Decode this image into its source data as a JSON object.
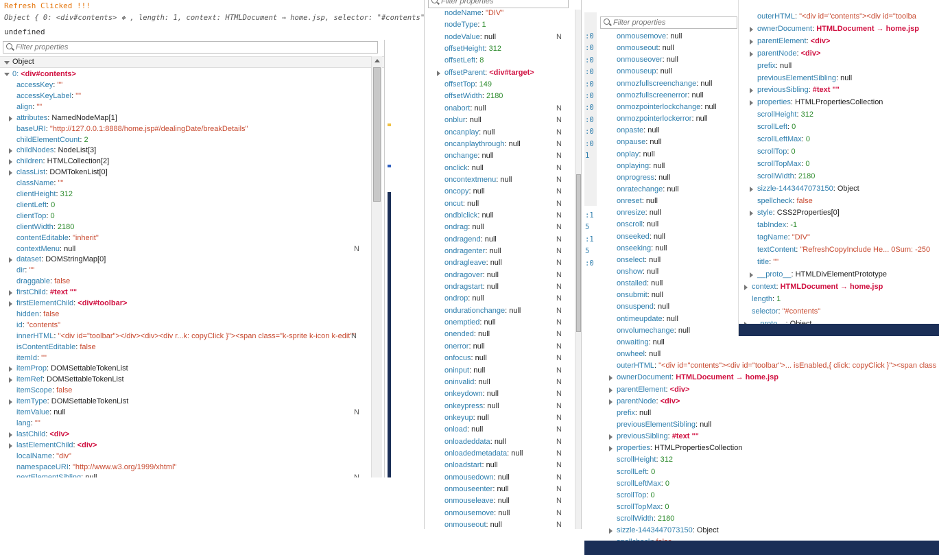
{
  "console": {
    "line1": "Refresh Clicked  !!!",
    "line2": "Object { 0: <div#contents> ❖ , length: 1, context: HTMLDocument → home.jsp, selector: \"#contents\" }",
    "line3": "undefined"
  },
  "filter_placeholder": "Filter properties",
  "object_header": "Object",
  "root_key": "0: ",
  "root_val": "<div#contents>",
  "n_flag": "N",
  "p1": [
    {
      "k": "accessKey",
      "v": "\"\"",
      "t": "s"
    },
    {
      "k": "accessKeyLabel",
      "v": "\"\"",
      "t": "s"
    },
    {
      "k": "align",
      "v": "\"\"",
      "t": "s"
    },
    {
      "k": "attributes",
      "v": "NamedNodeMap[1]",
      "t": "v",
      "x": 1
    },
    {
      "k": "baseURI",
      "v": "\"http://127.0.0.1:8888/home.jsp#/dealingDate/breakDetails\"",
      "t": "s"
    },
    {
      "k": "childElementCount",
      "v": "2",
      "t": "n"
    },
    {
      "k": "childNodes",
      "v": "NodeList[3]",
      "t": "v",
      "x": 1
    },
    {
      "k": "children",
      "v": "HTMLCollection[2]",
      "t": "v",
      "x": 1
    },
    {
      "k": "classList",
      "v": "DOMTokenList[0]",
      "t": "v",
      "x": 1
    },
    {
      "k": "className",
      "v": "\"\"",
      "t": "s"
    },
    {
      "k": "clientHeight",
      "v": "312",
      "t": "n"
    },
    {
      "k": "clientLeft",
      "v": "0",
      "t": "n"
    },
    {
      "k": "clientTop",
      "v": "0",
      "t": "n"
    },
    {
      "k": "clientWidth",
      "v": "2180",
      "t": "n"
    },
    {
      "k": "contentEditable",
      "v": "\"inherit\"",
      "t": "s"
    },
    {
      "k": "contextMenu",
      "v": "null",
      "t": "v",
      "nf": 1
    },
    {
      "k": "dataset",
      "v": "DOMStringMap[0]",
      "t": "v",
      "x": 1
    },
    {
      "k": "dir",
      "v": "\"\"",
      "t": "s"
    },
    {
      "k": "draggable",
      "v": "false",
      "t": "s"
    },
    {
      "k": "firstChild",
      "v": "#text \"\"",
      "t": "e",
      "x": 1
    },
    {
      "k": "firstElementChild",
      "v": "<div#toolbar>",
      "t": "e",
      "x": 1
    },
    {
      "k": "hidden",
      "v": "false",
      "t": "s"
    },
    {
      "k": "id",
      "v": "\"contents\"",
      "t": "s"
    },
    {
      "k": "innerHTML",
      "v": "\"<div id=\"toolbar\"></div><div><div r...k: copyClick }\"><span class=\"k-sprite k-icon k-edit\"\"",
      "t": "s",
      "nf2": 1
    },
    {
      "k": "isContentEditable",
      "v": "false",
      "t": "s"
    },
    {
      "k": "itemId",
      "v": "\"\"",
      "t": "s"
    },
    {
      "k": "itemProp",
      "v": "DOMSettableTokenList",
      "t": "v",
      "x": 1
    },
    {
      "k": "itemRef",
      "v": "DOMSettableTokenList",
      "t": "v",
      "x": 1
    },
    {
      "k": "itemScope",
      "v": "false",
      "t": "s"
    },
    {
      "k": "itemType",
      "v": "DOMSettableTokenList",
      "t": "v",
      "x": 1
    },
    {
      "k": "itemValue",
      "v": "null",
      "t": "v",
      "nf": 1
    },
    {
      "k": "lang",
      "v": "\"\"",
      "t": "s"
    },
    {
      "k": "lastChild",
      "v": "<div>",
      "t": "e",
      "x": 1
    },
    {
      "k": "lastElementChild",
      "v": "<div>",
      "t": "e",
      "x": 1
    },
    {
      "k": "localName",
      "v": "\"div\"",
      "t": "s"
    },
    {
      "k": "namespaceURI",
      "v": "\"http://www.w3.org/1999/xhtml\"",
      "t": "s"
    },
    {
      "k": "nextElementSibling",
      "v": "null",
      "t": "v",
      "nf": 1
    }
  ],
  "p2": [
    {
      "k": "nodeName",
      "v": "\"DIV\"",
      "t": "s"
    },
    {
      "k": "nodeType",
      "v": "1",
      "t": "n"
    },
    {
      "k": "nodeValue",
      "v": "null",
      "t": "v",
      "nf": 1
    },
    {
      "k": "offsetHeight",
      "v": "312",
      "t": "n"
    },
    {
      "k": "offsetLeft",
      "v": "8",
      "t": "n"
    },
    {
      "k": "offsetParent",
      "v": "<div#target>",
      "t": "e",
      "x": 1
    },
    {
      "k": "offsetTop",
      "v": "149",
      "t": "n"
    },
    {
      "k": "offsetWidth",
      "v": "2180",
      "t": "n"
    },
    {
      "k": "onabort",
      "v": "null",
      "t": "v",
      "nf": 1
    },
    {
      "k": "onblur",
      "v": "null",
      "t": "v",
      "nf": 1
    },
    {
      "k": "oncanplay",
      "v": "null",
      "t": "v",
      "nf": 1
    },
    {
      "k": "oncanplaythrough",
      "v": "null",
      "t": "v",
      "nf": 1
    },
    {
      "k": "onchange",
      "v": "null",
      "t": "v",
      "nf": 1
    },
    {
      "k": "onclick",
      "v": "null",
      "t": "v",
      "nf": 1
    },
    {
      "k": "oncontextmenu",
      "v": "null",
      "t": "v",
      "nf": 1
    },
    {
      "k": "oncopy",
      "v": "null",
      "t": "v",
      "nf": 1
    },
    {
      "k": "oncut",
      "v": "null",
      "t": "v",
      "nf": 1
    },
    {
      "k": "ondblclick",
      "v": "null",
      "t": "v",
      "nf": 1
    },
    {
      "k": "ondrag",
      "v": "null",
      "t": "v",
      "nf": 1
    },
    {
      "k": "ondragend",
      "v": "null",
      "t": "v",
      "nf": 1
    },
    {
      "k": "ondragenter",
      "v": "null",
      "t": "v",
      "nf": 1
    },
    {
      "k": "ondragleave",
      "v": "null",
      "t": "v",
      "nf": 1
    },
    {
      "k": "ondragover",
      "v": "null",
      "t": "v",
      "nf": 1
    },
    {
      "k": "ondragstart",
      "v": "null",
      "t": "v",
      "nf": 1
    },
    {
      "k": "ondrop",
      "v": "null",
      "t": "v",
      "nf": 1
    },
    {
      "k": "ondurationchange",
      "v": "null",
      "t": "v",
      "nf": 1
    },
    {
      "k": "onemptied",
      "v": "null",
      "t": "v",
      "nf": 1
    },
    {
      "k": "onended",
      "v": "null",
      "t": "v",
      "nf": 1
    },
    {
      "k": "onerror",
      "v": "null",
      "t": "v",
      "nf": 1
    },
    {
      "k": "onfocus",
      "v": "null",
      "t": "v",
      "nf": 1
    },
    {
      "k": "oninput",
      "v": "null",
      "t": "v",
      "nf": 1
    },
    {
      "k": "oninvalid",
      "v": "null",
      "t": "v",
      "nf": 1
    },
    {
      "k": "onkeydown",
      "v": "null",
      "t": "v",
      "nf": 1
    },
    {
      "k": "onkeypress",
      "v": "null",
      "t": "v",
      "nf": 1
    },
    {
      "k": "onkeyup",
      "v": "null",
      "t": "v",
      "nf": 1
    },
    {
      "k": "onload",
      "v": "null",
      "t": "v",
      "nf": 1
    },
    {
      "k": "onloadeddata",
      "v": "null",
      "t": "v",
      "nf": 1
    },
    {
      "k": "onloadedmetadata",
      "v": "null",
      "t": "v",
      "nf": 1
    },
    {
      "k": "onloadstart",
      "v": "null",
      "t": "v",
      "nf": 1
    },
    {
      "k": "onmousedown",
      "v": "null",
      "t": "v",
      "nf": 1
    },
    {
      "k": "onmouseenter",
      "v": "null",
      "t": "v",
      "nf": 1
    },
    {
      "k": "onmouseleave",
      "v": "null",
      "t": "v",
      "nf": 1
    },
    {
      "k": "onmousemove",
      "v": "null",
      "t": "v",
      "nf": 1
    },
    {
      "k": "onmouseout",
      "v": "null",
      "t": "v",
      "nf": 1
    }
  ],
  "p3": [
    {
      "k": "onmousemove",
      "v": "null",
      "t": "v"
    },
    {
      "k": "onmouseout",
      "v": "null",
      "t": "v"
    },
    {
      "k": "onmouseover",
      "v": "null",
      "t": "v"
    },
    {
      "k": "onmouseup",
      "v": "null",
      "t": "v"
    },
    {
      "k": "onmozfullscreenchange",
      "v": "null",
      "t": "v"
    },
    {
      "k": "onmozfullscreenerror",
      "v": "null",
      "t": "v"
    },
    {
      "k": "onmozpointerlockchange",
      "v": "null",
      "t": "v"
    },
    {
      "k": "onmozpointerlockerror",
      "v": "null",
      "t": "v"
    },
    {
      "k": "onpaste",
      "v": "null",
      "t": "v"
    },
    {
      "k": "onpause",
      "v": "null",
      "t": "v"
    },
    {
      "k": "onplay",
      "v": "null",
      "t": "v"
    },
    {
      "k": "onplaying",
      "v": "null",
      "t": "v"
    },
    {
      "k": "onprogress",
      "v": "null",
      "t": "v"
    },
    {
      "k": "onratechange",
      "v": "null",
      "t": "v"
    },
    {
      "k": "onreset",
      "v": "null",
      "t": "v"
    },
    {
      "k": "onresize",
      "v": "null",
      "t": "v"
    },
    {
      "k": "onscroll",
      "v": "null",
      "t": "v"
    },
    {
      "k": "onseeked",
      "v": "null",
      "t": "v"
    },
    {
      "k": "onseeking",
      "v": "null",
      "t": "v"
    },
    {
      "k": "onselect",
      "v": "null",
      "t": "v"
    },
    {
      "k": "onshow",
      "v": "null",
      "t": "v"
    },
    {
      "k": "onstalled",
      "v": "null",
      "t": "v"
    },
    {
      "k": "onsubmit",
      "v": "null",
      "t": "v"
    },
    {
      "k": "onsuspend",
      "v": "null",
      "t": "v"
    },
    {
      "k": "ontimeupdate",
      "v": "null",
      "t": "v"
    },
    {
      "k": "onvolumechange",
      "v": "null",
      "t": "v"
    },
    {
      "k": "onwaiting",
      "v": "null",
      "t": "v"
    },
    {
      "k": "onwheel",
      "v": "null",
      "t": "v"
    },
    {
      "k": "outerHTML",
      "v": "\"<div id=\"contents\"><div id=\"toolbar\">... isEnabled,{ click: copyClick }\"><span class",
      "t": "s"
    },
    {
      "k": "ownerDocument",
      "v": "HTMLDocument → home.jsp",
      "t": "e",
      "x": 1
    },
    {
      "k": "parentElement",
      "v": "<div>",
      "t": "e",
      "x": 1
    },
    {
      "k": "parentNode",
      "v": "<div>",
      "t": "e",
      "x": 1
    },
    {
      "k": "prefix",
      "v": "null",
      "t": "v"
    },
    {
      "k": "previousElementSibling",
      "v": "null",
      "t": "v"
    },
    {
      "k": "previousSibling",
      "v": "#text \"\"",
      "t": "e",
      "x": 1
    },
    {
      "k": "properties",
      "v": "HTMLPropertiesCollection",
      "t": "v",
      "x": 1
    },
    {
      "k": "scrollHeight",
      "v": "312",
      "t": "n"
    },
    {
      "k": "scrollLeft",
      "v": "0",
      "t": "n"
    },
    {
      "k": "scrollLeftMax",
      "v": "0",
      "t": "n"
    },
    {
      "k": "scrollTop",
      "v": "0",
      "t": "n"
    },
    {
      "k": "scrollTopMax",
      "v": "0",
      "t": "n"
    },
    {
      "k": "scrollWidth",
      "v": "2180",
      "t": "n"
    },
    {
      "k": "sizzle-1443447073150",
      "v": "Object",
      "t": "v",
      "x": 1
    },
    {
      "k": "spellcheck",
      "v": "false",
      "t": "s"
    }
  ],
  "p4": [
    {
      "k": "outerHTML",
      "v": "\"<div id=\"contents\"><div id=\"toolba",
      "t": "s",
      "d": 0
    },
    {
      "k": "ownerDocument",
      "v": "HTMLDocument → home.jsp",
      "t": "e",
      "x": 1,
      "d": 0
    },
    {
      "k": "parentElement",
      "v": "<div>",
      "t": "e",
      "x": 1,
      "d": 0
    },
    {
      "k": "parentNode",
      "v": "<div>",
      "t": "e",
      "x": 1,
      "d": 0
    },
    {
      "k": "prefix",
      "v": "null",
      "t": "v",
      "d": 0
    },
    {
      "k": "previousElementSibling",
      "v": "null",
      "t": "v",
      "d": 0
    },
    {
      "k": "previousSibling",
      "v": "#text \"\"",
      "t": "e",
      "x": 1,
      "d": 0
    },
    {
      "k": "properties",
      "v": "HTMLPropertiesCollection",
      "t": "v",
      "x": 1,
      "d": 0
    },
    {
      "k": "scrollHeight",
      "v": "312",
      "t": "n",
      "d": 0
    },
    {
      "k": "scrollLeft",
      "v": "0",
      "t": "n",
      "d": 0
    },
    {
      "k": "scrollLeftMax",
      "v": "0",
      "t": "n",
      "d": 0
    },
    {
      "k": "scrollTop",
      "v": "0",
      "t": "n",
      "d": 0
    },
    {
      "k": "scrollTopMax",
      "v": "0",
      "t": "n",
      "d": 0
    },
    {
      "k": "scrollWidth",
      "v": "2180",
      "t": "n",
      "d": 0
    },
    {
      "k": "sizzle-1443447073150",
      "v": "Object",
      "t": "v",
      "x": 1,
      "d": 0
    },
    {
      "k": "spellcheck",
      "v": "false",
      "t": "s",
      "d": 0
    },
    {
      "k": "style",
      "v": "CSS2Properties[0]",
      "t": "v",
      "x": 1,
      "d": 0
    },
    {
      "k": "tabIndex",
      "v": "-1",
      "t": "n",
      "d": 0
    },
    {
      "k": "tagName",
      "v": "\"DIV\"",
      "t": "s",
      "d": 0
    },
    {
      "k": "textContent",
      "v": "\"RefreshCopyInclude He... 0Sum: -250",
      "t": "s",
      "d": 0
    },
    {
      "k": "title",
      "v": "\"\"",
      "t": "s",
      "d": 0
    },
    {
      "k": "__proto__",
      "v": "HTMLDivElementPrototype",
      "t": "v",
      "x": 1,
      "d": 0
    },
    {
      "k": "context",
      "v": "HTMLDocument → home.jsp",
      "t": "e",
      "x": 1,
      "d": 1
    },
    {
      "k": "length",
      "v": "1",
      "t": "n",
      "d": 1
    },
    {
      "k": "selector",
      "v": "\"#contents\"",
      "t": "s",
      "d": 1
    },
    {
      "k": "__proto__",
      "v": "Object",
      "t": "v",
      "x": 1,
      "d": 1
    }
  ],
  "gutter": [
    ":0",
    ":0",
    ":0",
    ":0",
    ":0",
    ":0",
    ":0",
    ":0",
    ":0",
    ":0",
    "1",
    "",
    "",
    "",
    "",
    ":1",
    "5",
    ":1",
    "5",
    ":0"
  ],
  "colors": {
    "key": "#2f7fae",
    "string": "#c84a30",
    "number": "#2b8a2b",
    "element": "#d01040",
    "navy": "#1b2f57"
  }
}
